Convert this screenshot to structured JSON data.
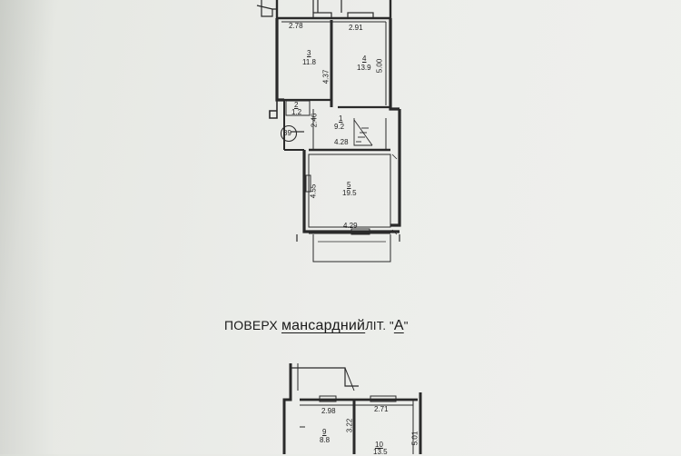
{
  "upper_plan": {
    "dims": {
      "top_left": "2.78",
      "top_right": "2.91",
      "room3_height": "4.37",
      "room4_height": "5.00",
      "hall_height": "2.46",
      "hall_width": "4.28",
      "room5_height": "4.55",
      "room5_width": "4.29"
    },
    "rooms": [
      {
        "number": "3",
        "area": "11.8"
      },
      {
        "number": "4",
        "area": "13.9"
      },
      {
        "number": "2",
        "area": "1.2"
      },
      {
        "number": "1",
        "area": "9.2"
      },
      {
        "number": "5",
        "area": "19.5"
      }
    ],
    "axis_marker": "39"
  },
  "caption": {
    "prefix": "ПОВЕРХ",
    "floor_type": "мансардний",
    "lit_label": "ЛІТ. \"",
    "lit_value": "А",
    "lit_close": "\""
  },
  "lower_plan": {
    "dims": {
      "top_left": "2.98",
      "top_right": "2.71",
      "room9_height": "3.22",
      "room10_height": "5.01"
    },
    "rooms": [
      {
        "number": "9",
        "area": "8.8"
      },
      {
        "number": "10",
        "area": "13.5"
      }
    ]
  },
  "colors": {
    "paper": "#ecedea",
    "line": "#2a2a2a",
    "text": "#1a1a1a"
  }
}
